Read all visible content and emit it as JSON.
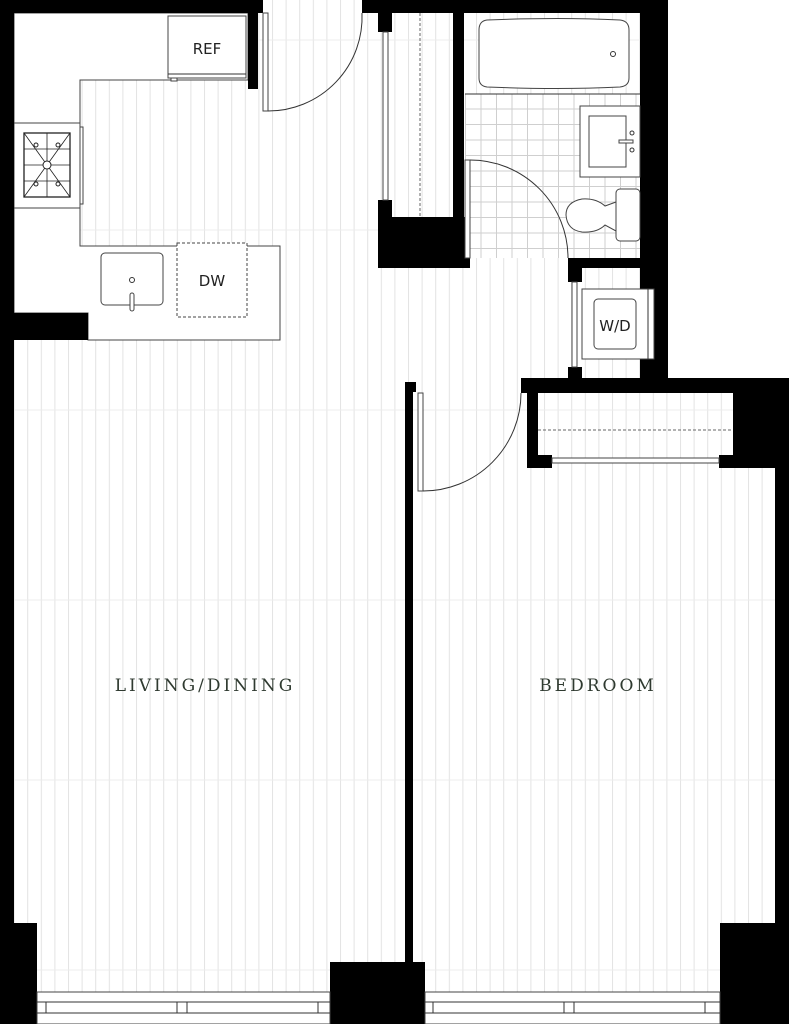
{
  "plan": {
    "rooms": {
      "living": "LIVING/DINING",
      "bedroom": "BEDROOM"
    },
    "fixtures": {
      "refrigerator": "REF",
      "dishwasher": "DW",
      "washer_dryer": "W/D"
    },
    "colors": {
      "wall": "#000000",
      "floor_line": "#e3e3e3",
      "tile_line": "#cfcfcf",
      "room_label": "#2f3a30"
    }
  }
}
